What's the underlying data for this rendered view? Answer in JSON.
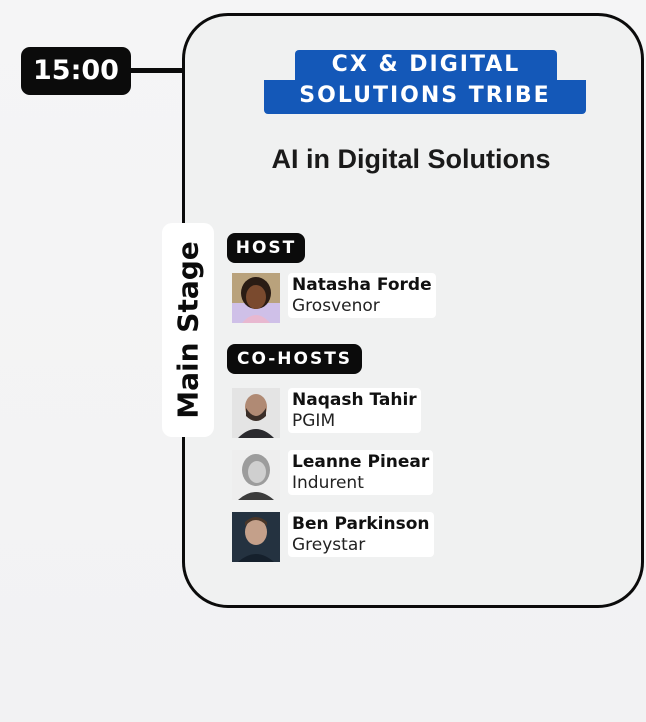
{
  "time": "15:00",
  "stage": "Main Stage",
  "tribe": {
    "line1": "CX & DIGITAL",
    "line2": "SOLUTIONS TRIBE"
  },
  "session_title": "AI in Digital Solutions",
  "roles": {
    "host": "HOST",
    "cohosts": "CO-HOSTS"
  },
  "host": {
    "name": "Natasha Forde",
    "org": "Grosvenor"
  },
  "cohosts": [
    {
      "name": "Naqash Tahir",
      "org": "PGIM"
    },
    {
      "name": "Leanne Pinear",
      "org": "Indurent"
    },
    {
      "name": "Ben Parkinson",
      "org": "Greystar"
    }
  ],
  "colors": {
    "accent": "#1458b8",
    "dark": "#0b0b0b",
    "card": "#f0f1f1"
  }
}
